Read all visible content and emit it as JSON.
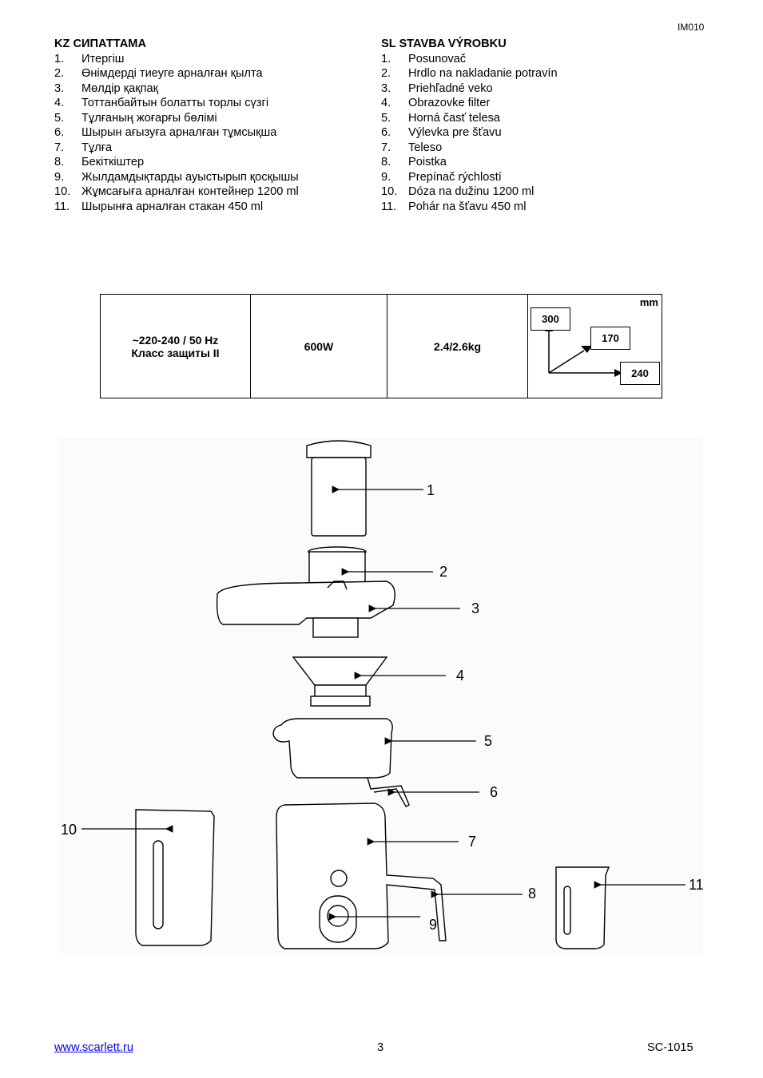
{
  "header": {
    "doc_code": "IM010"
  },
  "kz": {
    "title": "KZ СИПАТТАМА",
    "items": [
      {
        "num": "1.",
        "text": "Итергіш"
      },
      {
        "num": "2.",
        "text": "Өнімдерді тиеуге арналған қылта"
      },
      {
        "num": "3.",
        "text": "Мөлдір қақпақ"
      },
      {
        "num": "4.",
        "text": "Тоттанбайтын болатты торлы сүзгі"
      },
      {
        "num": "5.",
        "text": "Тұлғаның жоғарғы бөлімі"
      },
      {
        "num": "6.",
        "text": "Шырын ағызуға арналған тұмсықша"
      },
      {
        "num": "7.",
        "text": "Тұлға"
      },
      {
        "num": "8.",
        "text": "Бекіткіштер"
      },
      {
        "num": "9.",
        "text": "Жылдамдықтарды ауыстырып қосқышы"
      },
      {
        "num": "10.",
        "text": "Жұмсағыға арналған контейнер 1200 ml"
      },
      {
        "num": "11.",
        "text": "Шырынға арналған стакан 450 ml"
      }
    ]
  },
  "sl": {
    "title": "SL STAVBA VÝROBKU",
    "items": [
      {
        "num": "1.",
        "text": "Posunovač"
      },
      {
        "num": "2.",
        "text": "Hrdlo na nakladanie potravín"
      },
      {
        "num": "3.",
        "text": "Priehľadné veko"
      },
      {
        "num": "4.",
        "text": "Obrazovke filter"
      },
      {
        "num": "5.",
        "text": "Horná časť telesa"
      },
      {
        "num": "6.",
        "text": "Výlevka pre šťavu"
      },
      {
        "num": "7.",
        "text": "Teleso"
      },
      {
        "num": "8.",
        "text": "Poistka"
      },
      {
        "num": "9.",
        "text": "Prepínač rýchlostí"
      },
      {
        "num": "10.",
        "text": "Dóza na dužinu 1200 ml"
      },
      {
        "num": "11.",
        "text": "Pohár na šťavu  450 ml"
      }
    ]
  },
  "specs": {
    "voltage": "~220-240 / 50 Hz",
    "protection": "Класс защиты II",
    "power": "600W",
    "weight": "2.4/2.6kg",
    "dims_unit": "mm",
    "dim_height": "300",
    "dim_depth": "170",
    "dim_width": "240"
  },
  "diagram": {
    "callouts": [
      "1",
      "2",
      "3",
      "4",
      "5",
      "6",
      "7",
      "8",
      "9",
      "10",
      "11"
    ]
  },
  "footer": {
    "website": "www.scarlett.ru",
    "page": "3",
    "model": "SC-1015"
  }
}
